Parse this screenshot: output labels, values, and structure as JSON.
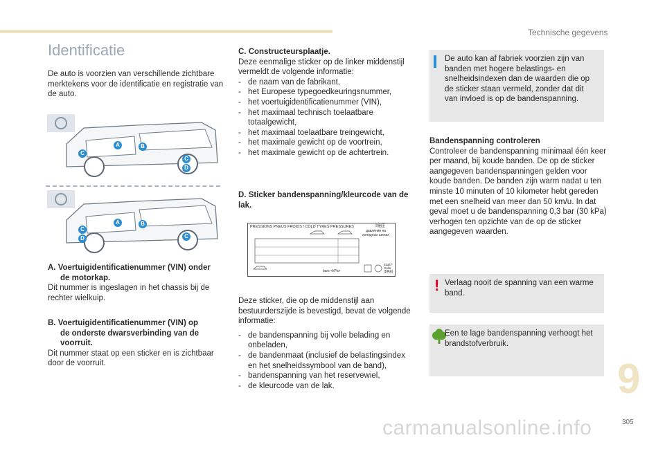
{
  "header": {
    "section": "Technische gegevens"
  },
  "title": "Identificatie",
  "intro": "De auto is voorzien van verschillende zichtbare merktekens voor de identificatie en registratie van de auto.",
  "figure_labels": [
    "A",
    "B",
    "C",
    "C",
    "D",
    "A",
    "B",
    "C",
    "D",
    "C"
  ],
  "section_a": {
    "heading_1": "A. Voertuigidentificatienummer (VIN) onder",
    "heading_2": "de motorkap.",
    "text": "Dit nummer is ingeslagen in het chassis bij de rechter wielkuip."
  },
  "section_b": {
    "heading_1": "B. Voertuigidentificatienummer (VIN) op",
    "heading_2": "de onderste dwarsverbinding van de",
    "heading_3": "voorruit.",
    "text": "Dit nummer staat op een sticker en is zichtbaar door de voorruit."
  },
  "section_c": {
    "heading": "C. Constructeursplaatje.",
    "intro": "Deze eenmalige sticker op de linker middenstijl vermeldt de volgende informatie:",
    "items": [
      "de naam van de fabrikant,",
      "het Europese typegoedkeuringsnummer,",
      "het voertuigidentificatienummer (VIN),",
      "het maximaal technisch toelaatbare totaalgewicht,",
      "het maximaal toelaatbare treingewicht,",
      "het maximale gewicht op de voortrein,",
      "het maximale gewicht op de achtertrein."
    ]
  },
  "section_d": {
    "heading": "D. Sticker bandenspanning/kleurcode van de lak.",
    "sticker": {
      "header": "PRESSIONS PNEUS FROIDS / COLD TYRES PRESSURES",
      "cjk_1": "冷胎压",
      "ru_1": "давление на",
      "ru_2": "холодных шинах",
      "unit": "bars <kPa>",
      "code_1": "ЕЩ47",
      "code_2": "Color",
      "code_3": "漆色码"
    },
    "intro": "Deze sticker, die op de middenstijl aan bestuurderszijde is bevestigd, bevat de volgende informatie:",
    "items": [
      "de bandenspanning bij volle belading en onbeladen,",
      "de bandenmaat (inclusief de belastingsindex en het snelheidssymbool van de band),",
      "bandenspanning van het reservewiel,",
      " de kleurcode van de lak."
    ]
  },
  "info_box": {
    "icon": "info-icon",
    "text": "De auto kan af fabriek voorzien zijn van banden met hogere belastings- en snelheidsindexen dan de waarden die op de sticker staan vermeld, zonder dat dit van invloed is op de bandenspanning."
  },
  "tyre_check": {
    "heading": "Bandenspanning controleren",
    "text": "Controleer de bandenspanning minimaal één keer per maand, bij koude banden. De op de sticker aangegeven bandenspanningen gelden voor koude banden. De banden zijn warm nadat u ten minste 10 minuten of 10 kilometer hebt gereden met een snelheid van meer dan 50 km/u. In dat geval moet u de bandenspanning 0,3 bar (30 kPa) verhogen ten opzichte van de op de sticker aangegeven waarden."
  },
  "warning_box": {
    "icon": "warning-icon",
    "text": "Verlaag nooit de spanning van een warme band."
  },
  "eco_box": {
    "icon": "tree-icon",
    "text": "Een te lage bandenspanning verhoogt het brandstofverbruik."
  },
  "chapter_number": "9",
  "page_number": "305",
  "watermark": "carmanualsonline.info",
  "colors": {
    "accent_blue": "#2d8fd1",
    "warning_red": "#e3001b",
    "eco_green": "#5aa02c",
    "chapter_tan": "#f0e4c3"
  }
}
